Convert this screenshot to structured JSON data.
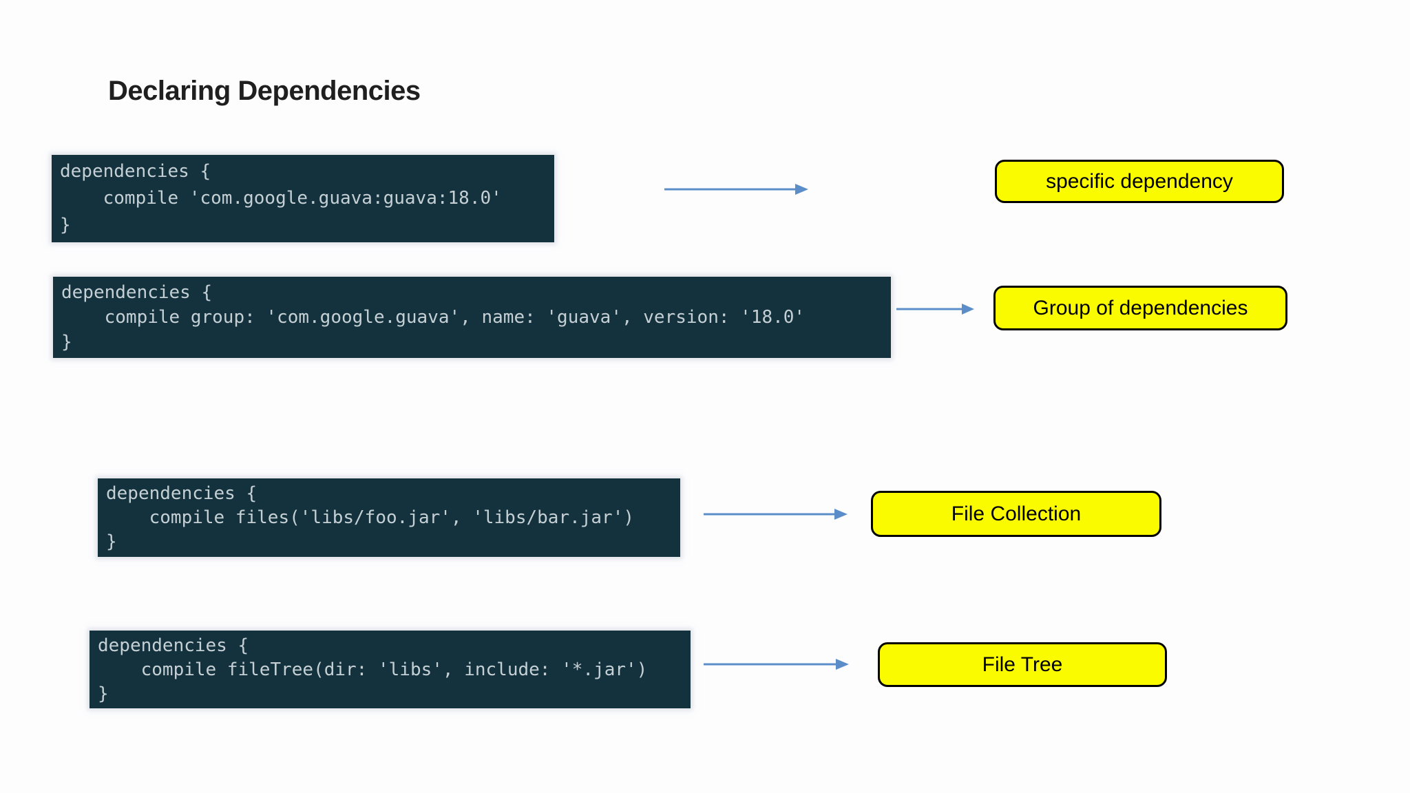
{
  "title": "Declaring Dependencies",
  "colors": {
    "code_background": "#14323e",
    "code_text": "#c5d0d5",
    "arrow_blue": "#5b8ec9",
    "label_yellow": "#fbfb00",
    "label_border": "#000000",
    "title_text": "#1f1f1f"
  },
  "rows": [
    {
      "code_lines": [
        "dependencies {",
        "    compile 'com.google.guava:guava:18.0'",
        "}"
      ],
      "label": "specific dependency"
    },
    {
      "code_lines": [
        "dependencies {",
        "    compile group: 'com.google.guava', name: 'guava', version: '18.0'",
        "}"
      ],
      "label": "Group of dependencies"
    },
    {
      "code_lines": [
        "dependencies {",
        "    compile files('libs/foo.jar', 'libs/bar.jar')",
        "}"
      ],
      "label": "File Collection"
    },
    {
      "code_lines": [
        "dependencies {",
        "    compile fileTree(dir: 'libs', include: '*.jar')",
        "}"
      ],
      "label": "File Tree"
    }
  ]
}
